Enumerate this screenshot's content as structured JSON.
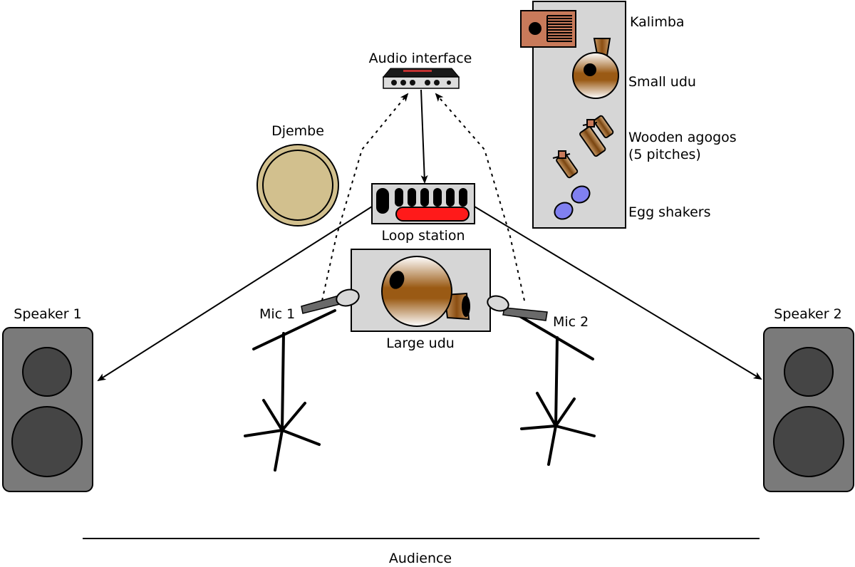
{
  "labels": {
    "audio_interface": "Audio interface",
    "djembe": "Djembe",
    "loop_station": "Loop station",
    "large_udu": "Large udu",
    "mic1": "Mic 1",
    "mic2": "Mic 2",
    "speaker1": "Speaker 1",
    "speaker2": "Speaker 2",
    "audience": "Audience",
    "kalimba": "Kalimba",
    "small_udu": "Small udu",
    "wooden_agogos_line1": "Wooden agogos",
    "wooden_agogos_line2": "(5 pitches)",
    "egg_shakers": "Egg shakers"
  },
  "colors": {
    "speaker_body": "#7a7a7a",
    "speaker_cone": "#454545",
    "panel_gray": "#d6d6d6",
    "djembe_skin": "#d2c08e",
    "loop_pedal_red": "#ff1a1a",
    "kalimba_wood": "#c87a5a",
    "udu_brown": "#9a5a14",
    "egg_blue": "#8080f0"
  }
}
